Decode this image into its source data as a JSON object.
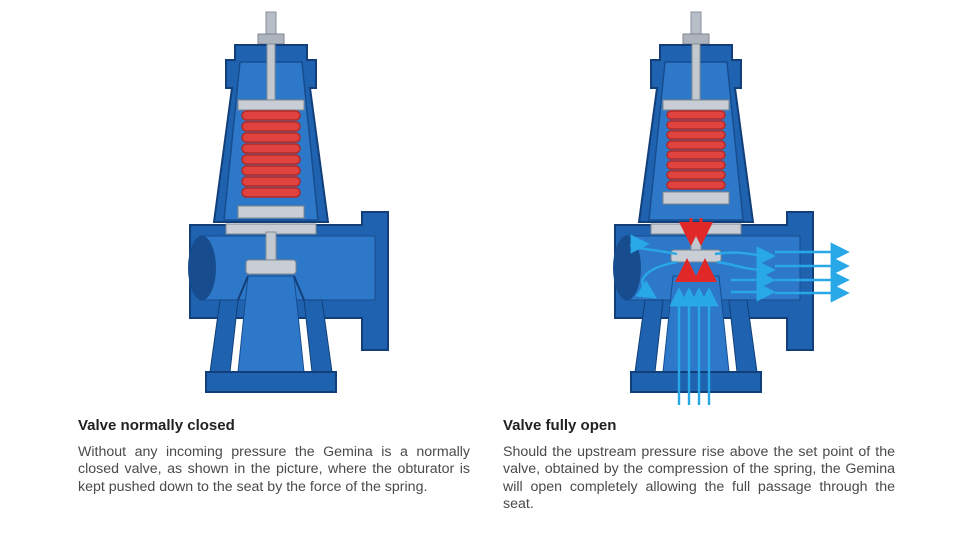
{
  "colors": {
    "body_blue": "#1f63b0",
    "body_dark": "#123f7a",
    "inner_blue": "#2d78c8",
    "spring_red": "#e0433f",
    "metal": "#c9ced6",
    "flow_blue": "#29a8e8",
    "force_red": "#e02828"
  },
  "panels": [
    {
      "title": "Valve normally closed",
      "text": "Without any incoming pressure the Gemina is a normally closed valve, as shown in the picture, where the obturator is kept pushed down to the seat by the force of the spring."
    },
    {
      "title": "Valve fully open",
      "text": "Should the upstream pressure rise above the set point of the valve, obtained by the compression of the spring, the Gemina will open completely allowing the full passage through the seat."
    }
  ]
}
